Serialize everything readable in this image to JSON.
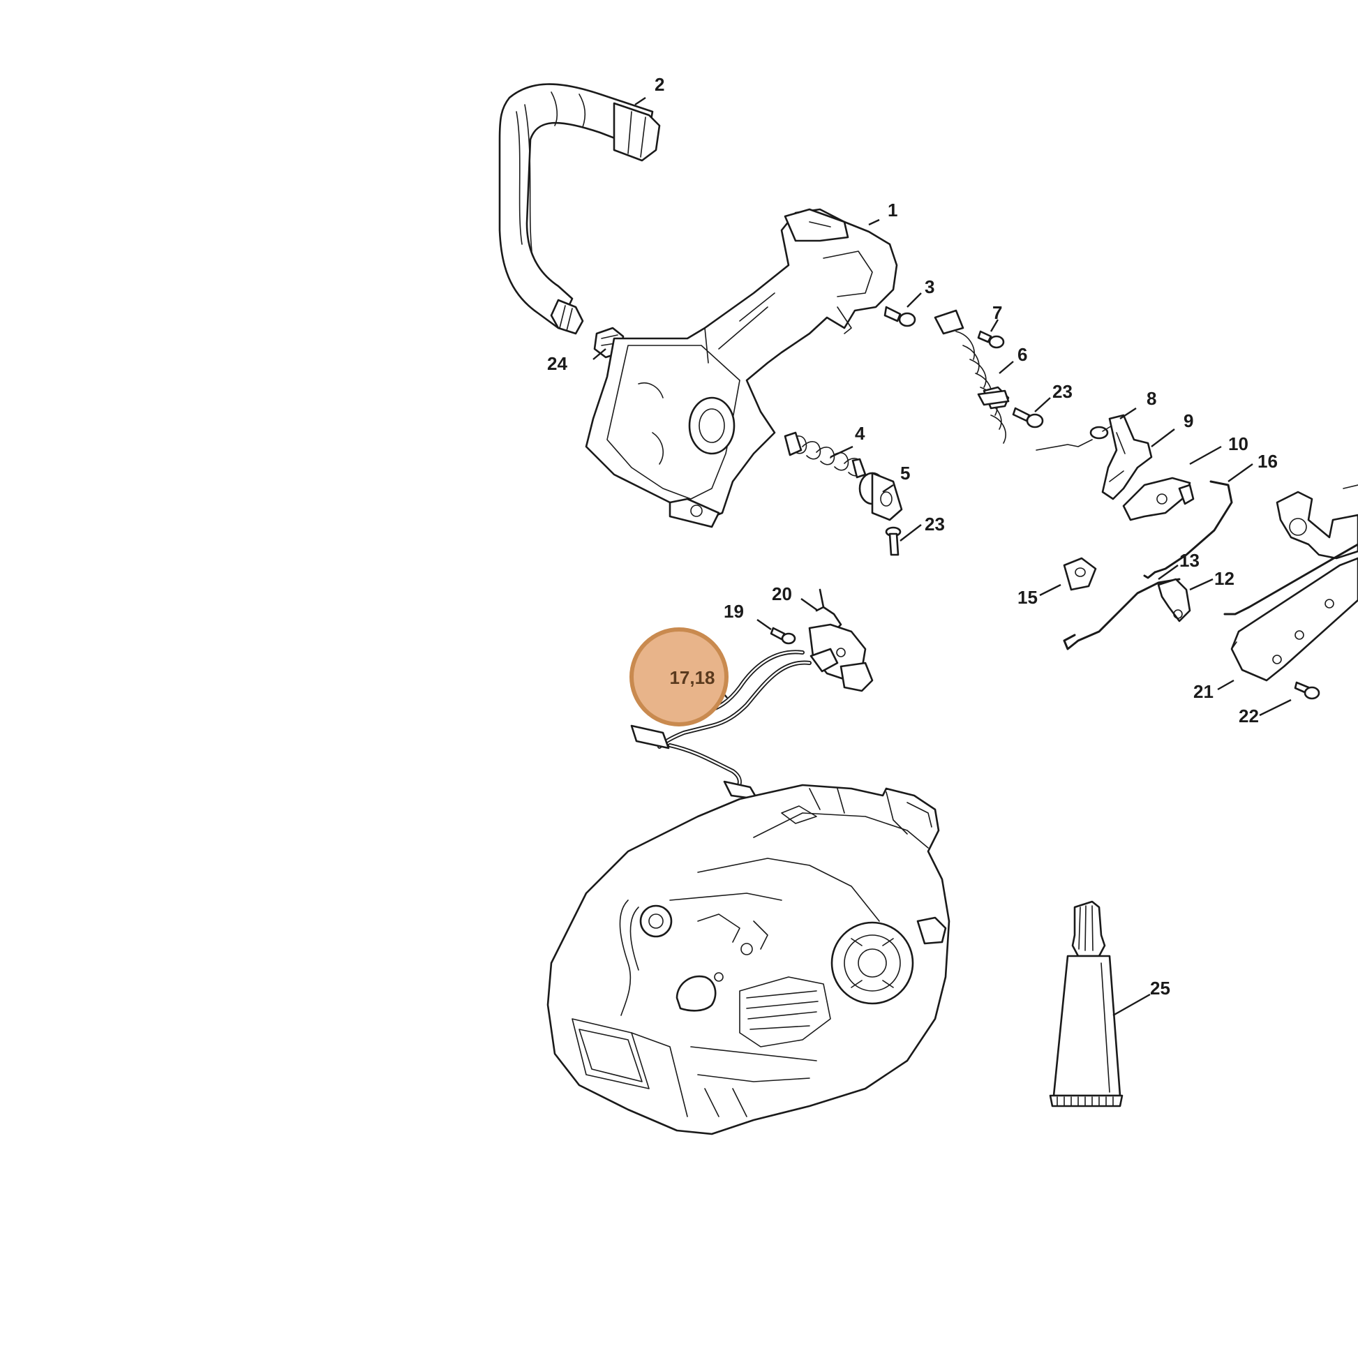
{
  "highlight": {
    "label": "17,18",
    "fill": "#e8b48a",
    "stroke": "#c98a4f",
    "text_color": "#5a3a1e"
  },
  "callouts": {
    "c1": "1",
    "c2": "2",
    "c3": "3",
    "c4": "4",
    "c5": "5",
    "c6": "6",
    "c7": "7",
    "c8": "8",
    "c9": "9",
    "c10": "10",
    "c12": "12",
    "c13": "13",
    "c15": "15",
    "c16": "16",
    "c19": "19",
    "c20": "20",
    "c21": "21",
    "c22": "22",
    "c23a": "23",
    "c23b": "23",
    "c24": "24",
    "c25": "25"
  },
  "colors": {
    "line": "#1a1a1a",
    "background": "#ffffff"
  }
}
